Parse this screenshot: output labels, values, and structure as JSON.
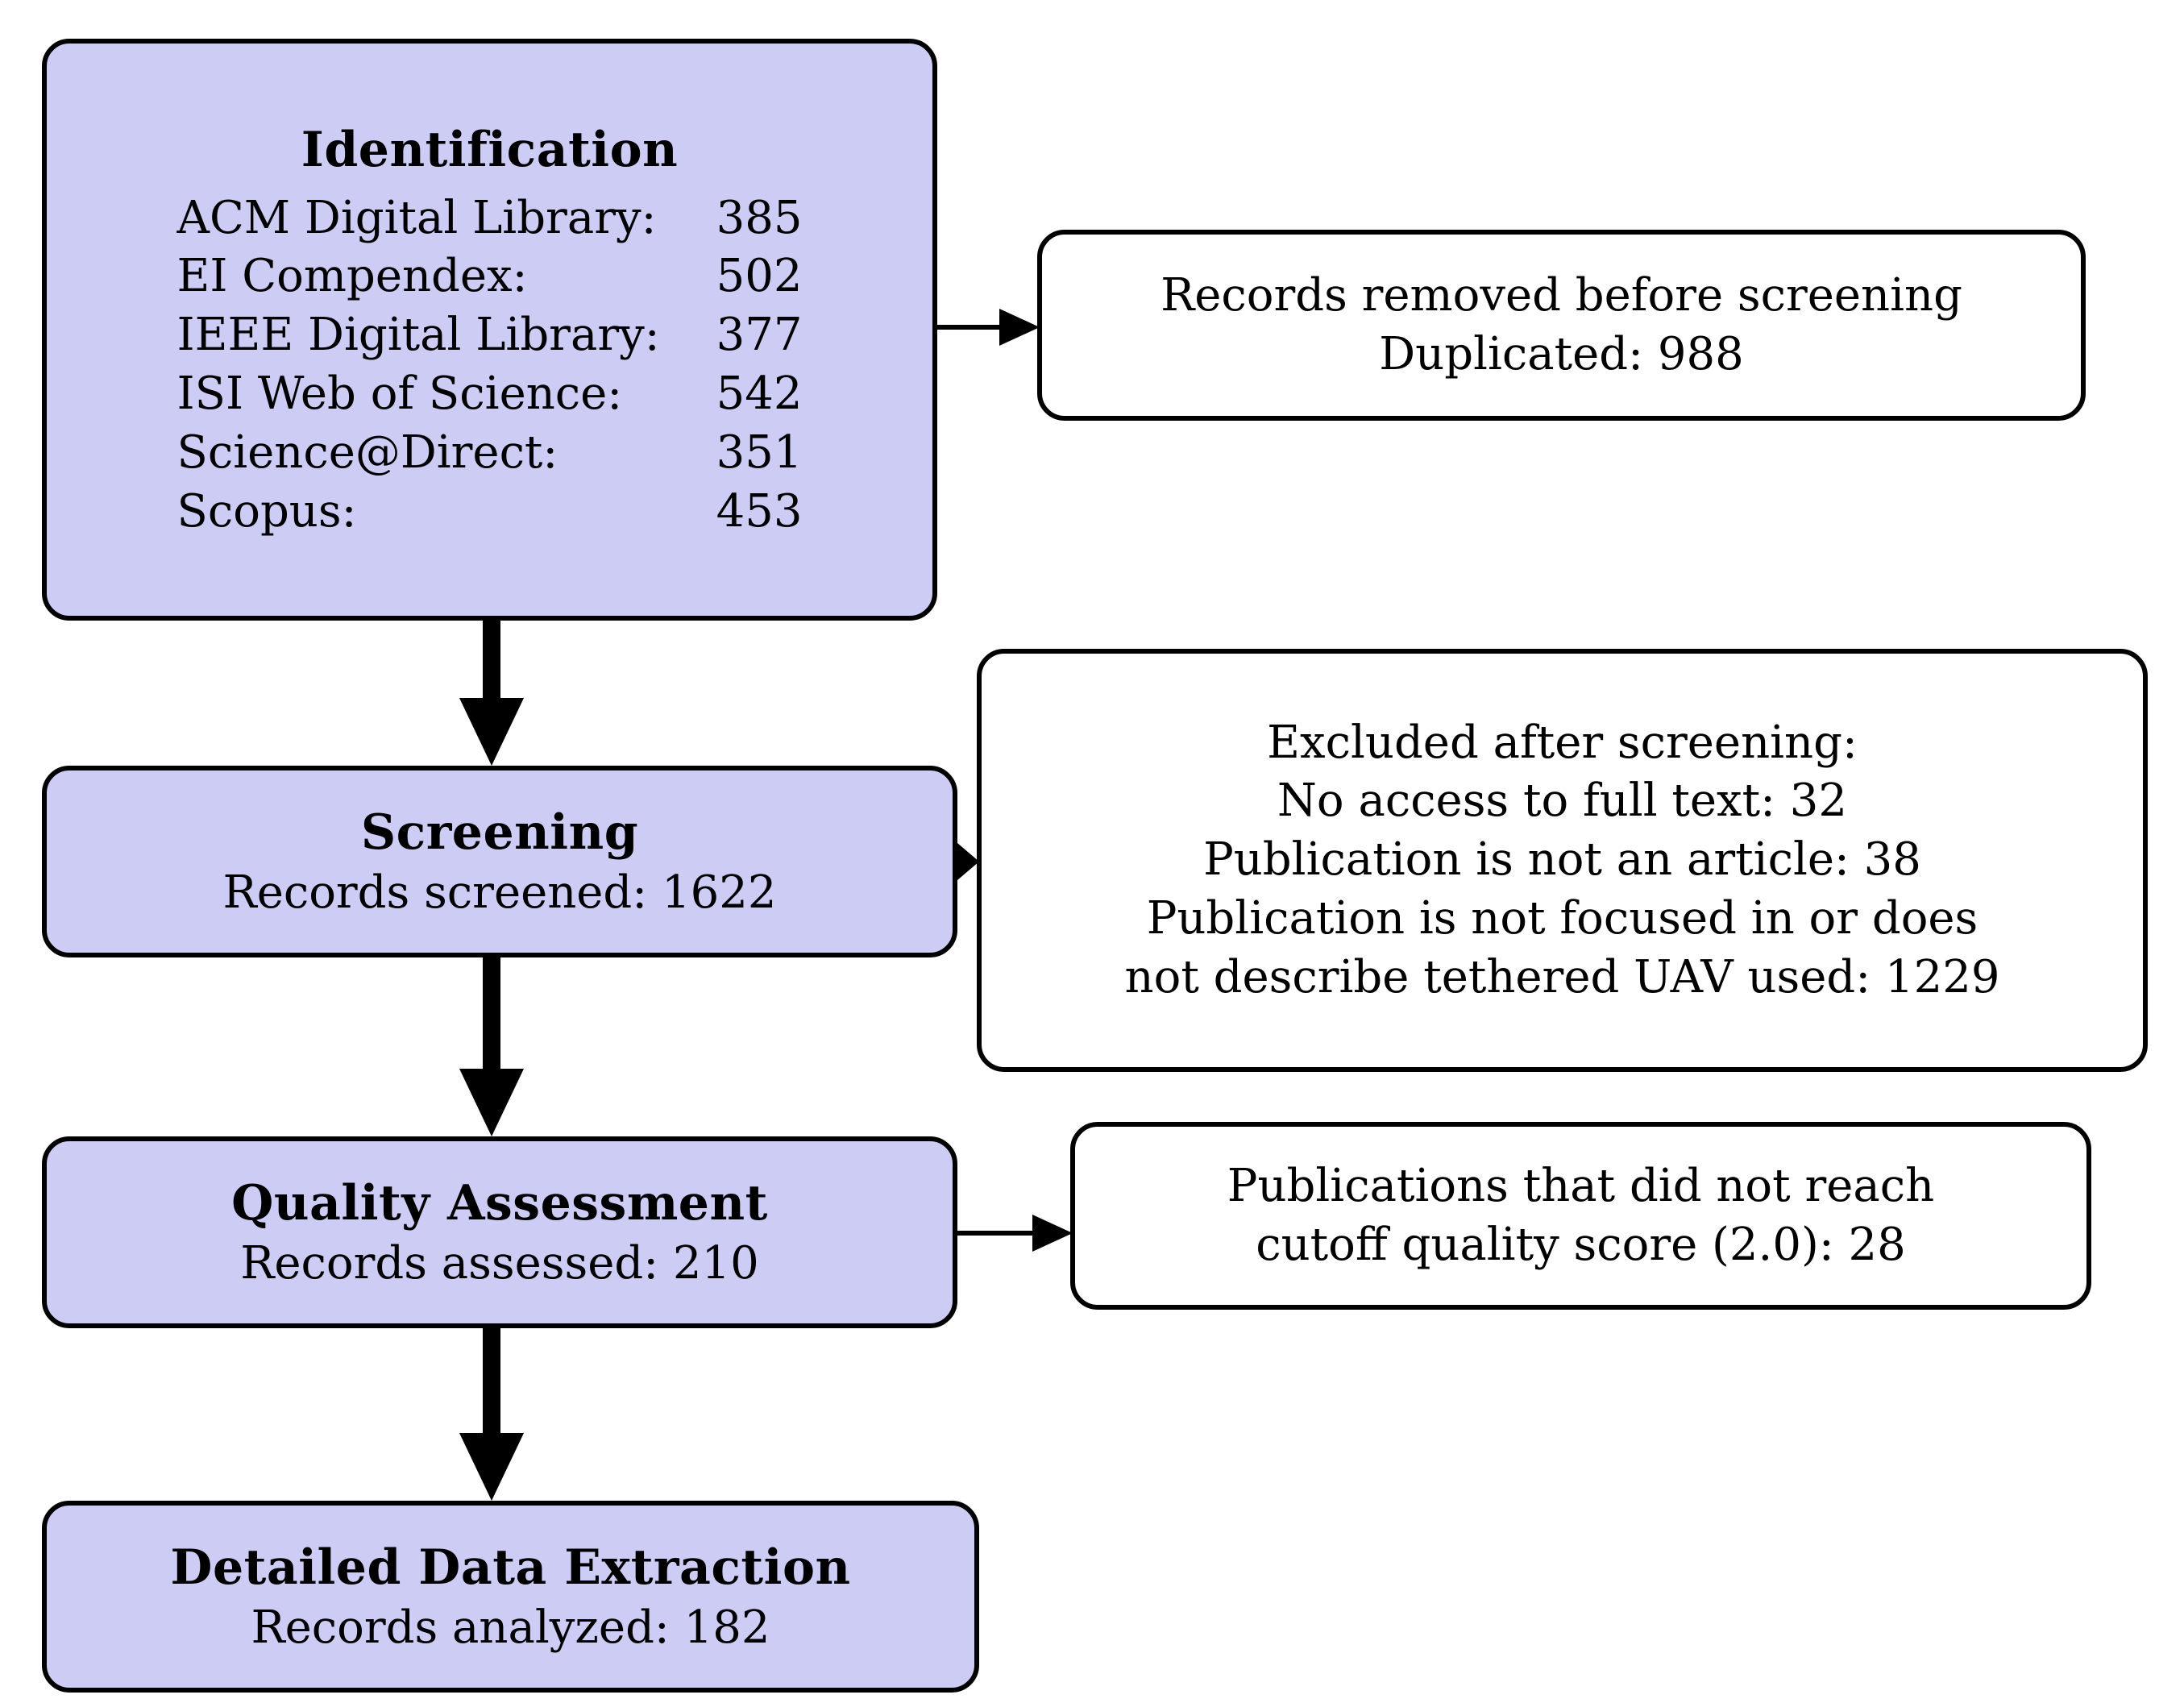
{
  "diagram": {
    "type": "prisma-flow-diagram",
    "colors": {
      "stage_fill": "#ccccf5",
      "side_fill": "#ffffff",
      "stroke": "#000000"
    },
    "stages": {
      "identification": {
        "title": "Identification",
        "sources": [
          {
            "label": "ACM Digital Library:",
            "value": "385"
          },
          {
            "label": "EI Compendex:",
            "value": "502"
          },
          {
            "label": "IEEE Digital Library:",
            "value": "377"
          },
          {
            "label": "ISI Web of Science:",
            "value": "542"
          },
          {
            "label": "Science@Direct:",
            "value": "351"
          },
          {
            "label": "Scopus:",
            "value": "453"
          }
        ]
      },
      "screening": {
        "title": "Screening",
        "line1": "Records screened: 1622"
      },
      "quality_assessment": {
        "title": "Quality Assessment",
        "line1": "Records assessed: 210"
      },
      "detailed_data_extraction": {
        "title": "Detailed Data Extraction",
        "line1": "Records analyzed: 182"
      }
    },
    "exclusions": {
      "removed_before_screening": {
        "line1": "Records removed before screening",
        "line2": "Duplicated: 988"
      },
      "excluded_after_screening": {
        "line1": "Excluded after screening:",
        "line2": "No access to full text: 32",
        "line3": "Publication is not an article: 38",
        "line4": "Publication is not focused in or does",
        "line5": "not describe tethered UAV used: 1229"
      },
      "below_quality_cutoff": {
        "line1": "Publications that did not reach",
        "line2": "cutoff quality score (2.0): 28"
      }
    }
  }
}
